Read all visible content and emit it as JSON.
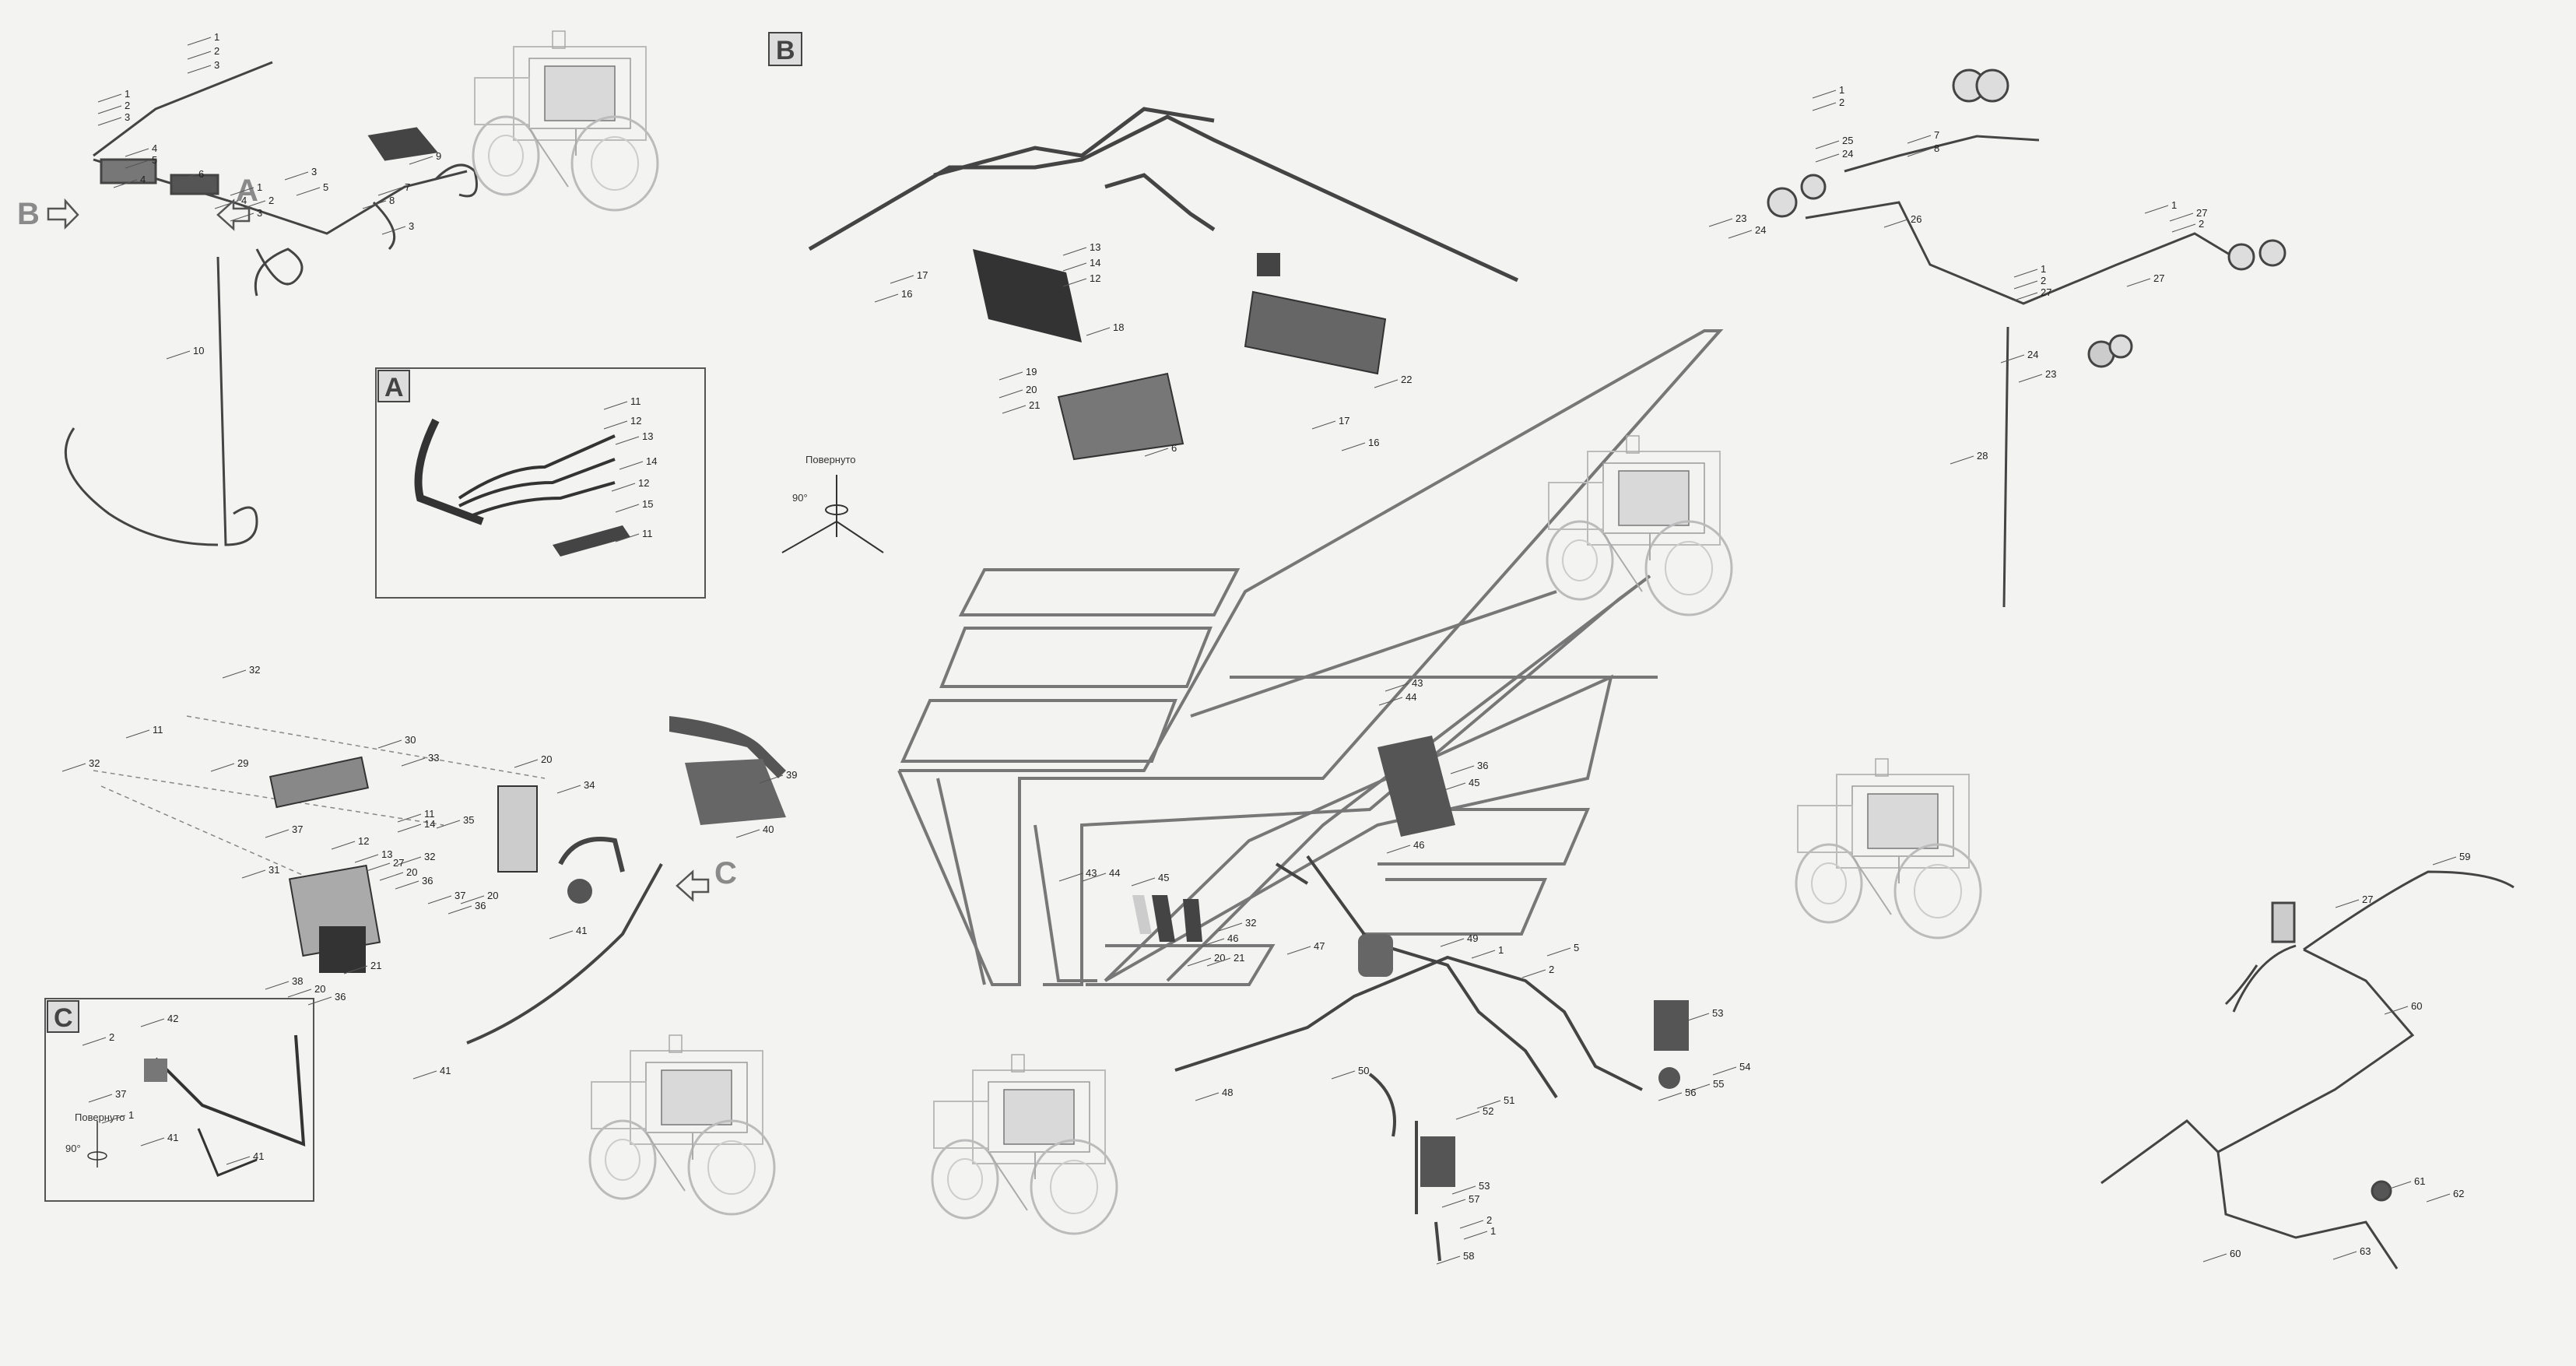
{
  "view_letters": {
    "A": "A",
    "B": "B",
    "C": "C"
  },
  "rotation_note": {
    "text": "Повернуто",
    "angle": "90°"
  },
  "callouts": {
    "top_left": [
      {
        "n": "1"
      },
      {
        "n": "2"
      },
      {
        "n": "3"
      },
      {
        "n": "1"
      },
      {
        "n": "2"
      },
      {
        "n": "3"
      },
      {
        "n": "4"
      },
      {
        "n": "5"
      },
      {
        "n": "6"
      },
      {
        "n": "4"
      },
      {
        "n": "1"
      },
      {
        "n": "2"
      },
      {
        "n": "3"
      },
      {
        "n": "4"
      },
      {
        "n": "5"
      },
      {
        "n": "7"
      },
      {
        "n": "8"
      },
      {
        "n": "3"
      },
      {
        "n": "9"
      },
      {
        "n": "10"
      },
      {
        "n": "3"
      }
    ],
    "view_a": [
      {
        "n": "11"
      },
      {
        "n": "12"
      },
      {
        "n": "13"
      },
      {
        "n": "14"
      },
      {
        "n": "12"
      },
      {
        "n": "15"
      },
      {
        "n": "11"
      }
    ],
    "top_center": [
      {
        "n": "13"
      },
      {
        "n": "14"
      },
      {
        "n": "12"
      },
      {
        "n": "17"
      },
      {
        "n": "16"
      },
      {
        "n": "18"
      },
      {
        "n": "19"
      },
      {
        "n": "20"
      },
      {
        "n": "21"
      },
      {
        "n": "6"
      },
      {
        "n": "22"
      },
      {
        "n": "17"
      },
      {
        "n": "16"
      }
    ],
    "top_right": [
      {
        "n": "1"
      },
      {
        "n": "2"
      },
      {
        "n": "25"
      },
      {
        "n": "24"
      },
      {
        "n": "7"
      },
      {
        "n": "8"
      },
      {
        "n": "23"
      },
      {
        "n": "24"
      },
      {
        "n": "26"
      },
      {
        "n": "1"
      },
      {
        "n": "27"
      },
      {
        "n": "2"
      },
      {
        "n": "1"
      },
      {
        "n": "2"
      },
      {
        "n": "27"
      },
      {
        "n": "27"
      },
      {
        "n": "24"
      },
      {
        "n": "23"
      },
      {
        "n": "28"
      }
    ],
    "mid_left": [
      {
        "n": "32"
      },
      {
        "n": "11"
      },
      {
        "n": "32"
      },
      {
        "n": "29"
      },
      {
        "n": "30"
      },
      {
        "n": "33"
      },
      {
        "n": "20"
      },
      {
        "n": "34"
      },
      {
        "n": "35"
      },
      {
        "n": "37"
      },
      {
        "n": "11"
      },
      {
        "n": "14"
      },
      {
        "n": "12"
      },
      {
        "n": "13"
      },
      {
        "n": "32"
      },
      {
        "n": "27"
      },
      {
        "n": "20"
      },
      {
        "n": "36"
      },
      {
        "n": "31"
      },
      {
        "n": "37"
      },
      {
        "n": "20"
      },
      {
        "n": "36"
      },
      {
        "n": "38"
      },
      {
        "n": "21"
      },
      {
        "n": "20"
      },
      {
        "n": "36"
      },
      {
        "n": "39"
      },
      {
        "n": "40"
      },
      {
        "n": "41"
      },
      {
        "n": "41"
      }
    ],
    "view_c": [
      {
        "n": "42"
      },
      {
        "n": "2"
      },
      {
        "n": "37"
      },
      {
        "n": "1"
      },
      {
        "n": "41"
      },
      {
        "n": "41"
      }
    ],
    "center": [
      {
        "n": "43"
      },
      {
        "n": "44"
      },
      {
        "n": "36"
      },
      {
        "n": "45"
      },
      {
        "n": "46"
      },
      {
        "n": "43"
      },
      {
        "n": "44"
      },
      {
        "n": "45"
      },
      {
        "n": "32"
      },
      {
        "n": "46"
      },
      {
        "n": "20"
      },
      {
        "n": "21"
      },
      {
        "n": "47"
      },
      {
        "n": "49"
      },
      {
        "n": "1"
      },
      {
        "n": "5"
      },
      {
        "n": "2"
      },
      {
        "n": "48"
      },
      {
        "n": "50"
      },
      {
        "n": "51"
      },
      {
        "n": "52"
      },
      {
        "n": "53"
      },
      {
        "n": "54"
      },
      {
        "n": "55"
      },
      {
        "n": "56"
      },
      {
        "n": "53"
      },
      {
        "n": "57"
      },
      {
        "n": "2"
      },
      {
        "n": "1"
      },
      {
        "n": "58"
      }
    ],
    "bottom_right": [
      {
        "n": "59"
      },
      {
        "n": "27"
      },
      {
        "n": "60"
      },
      {
        "n": "60"
      },
      {
        "n": "61"
      },
      {
        "n": "62"
      },
      {
        "n": "63"
      }
    ]
  }
}
